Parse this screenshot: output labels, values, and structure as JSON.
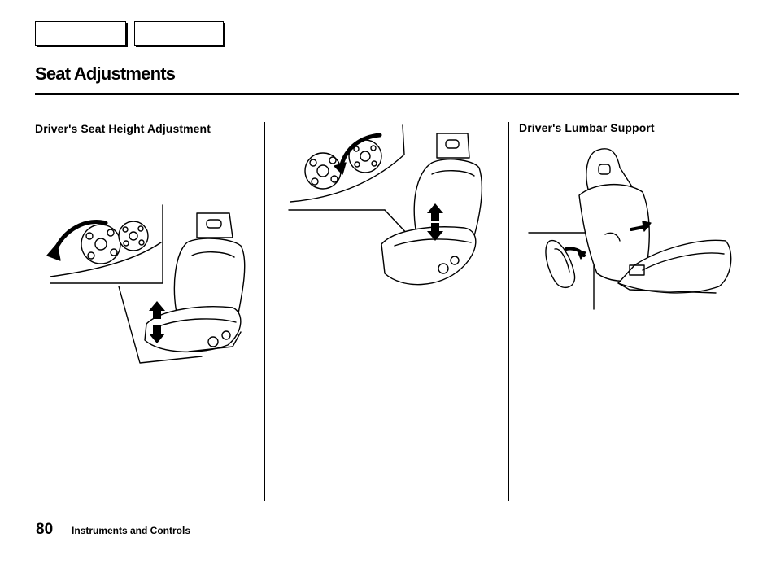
{
  "page": {
    "title": "Seat Adjustments",
    "number": "80",
    "section": "Instruments and Controls"
  },
  "headings": {
    "height": "Driver's Seat Height Adjustment",
    "lumbar": "Driver's Lumbar Support"
  },
  "illustrations": {
    "height_detail": {
      "icon": "seat-height-knob-and-seat-illustration"
    },
    "height_full": {
      "icon": "seat-height-knob-closeup-illustration"
    },
    "lumbar": {
      "icon": "lumbar-support-lever-illustration"
    }
  }
}
